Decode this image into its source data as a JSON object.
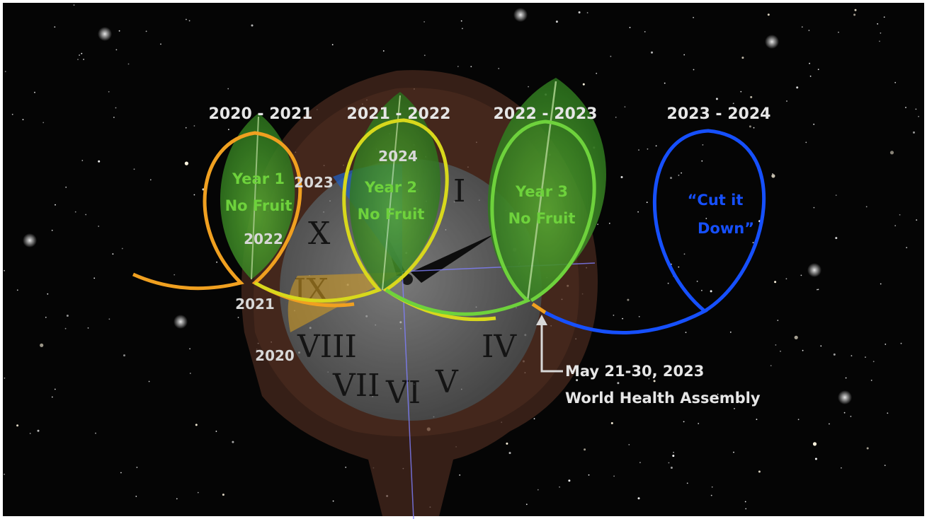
{
  "periods": [
    {
      "label": "2020 - 2021"
    },
    {
      "label": "2021 - 2022"
    },
    {
      "label": "2022 - 2023"
    },
    {
      "label": "2023 - 2024"
    }
  ],
  "leaves": [
    {
      "line1": "Year 1",
      "line2": "No Fruit",
      "color": "#f0a020"
    },
    {
      "line1": "Year 2",
      "line2": "No Fruit",
      "color": "#d8d81c"
    },
    {
      "line1": "Year 3",
      "line2": "No Fruit",
      "color": "#6ed23c"
    },
    {
      "line1": "“Cut it",
      "line2": "Down”",
      "color": "#1650ff"
    }
  ],
  "years": {
    "y2020": "2020",
    "y2021": "2021",
    "y2022": "2022",
    "y2023": "2023",
    "y2024": "2024"
  },
  "event": {
    "line1": "May 21-30, 2023",
    "line2": "World Health Assembly"
  },
  "colors": {
    "sky": "#050505",
    "label_white": "#e6e6e6",
    "year_text": "#d8d8d8",
    "clock_face": "#9a9a9a",
    "clock_frame": "#5a3324"
  }
}
